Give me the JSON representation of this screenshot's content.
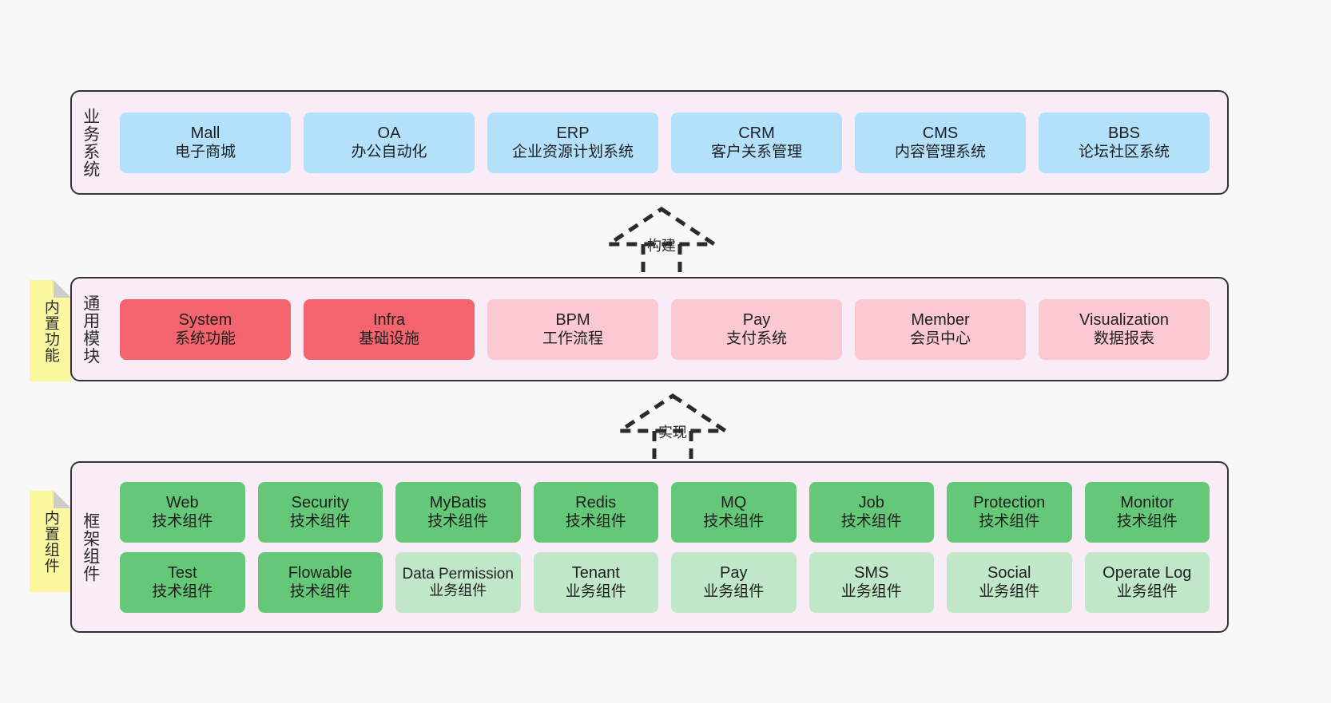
{
  "diagram": {
    "background_color": "#f8f8f8",
    "layer_fill": "#faecf7",
    "layer_border": "#333333"
  },
  "layers": [
    {
      "id": "business",
      "title": "业务系统",
      "color": "#b3e0fb",
      "cards": [
        {
          "en": "Mall",
          "cn": "电子商城"
        },
        {
          "en": "OA",
          "cn": "办公自动化"
        },
        {
          "en": "ERP",
          "cn": "企业资源计划系统"
        },
        {
          "en": "CRM",
          "cn": "客户关系管理"
        },
        {
          "en": "CMS",
          "cn": "内容管理系统"
        },
        {
          "en": "BBS",
          "cn": "论坛社区系统"
        }
      ]
    },
    {
      "id": "common",
      "title": "通用模块",
      "note": "内置功能",
      "cards": [
        {
          "en": "System",
          "cn": "系统功能",
          "color": "#f4646e"
        },
        {
          "en": "Infra",
          "cn": "基础设施",
          "color": "#f4646e"
        },
        {
          "en": "BPM",
          "cn": "工作流程",
          "color": "#fcc9d2"
        },
        {
          "en": "Pay",
          "cn": "支付系统",
          "color": "#fcc9d2"
        },
        {
          "en": "Member",
          "cn": "会员中心",
          "color": "#fcc9d2"
        },
        {
          "en": "Visualization",
          "cn": "数据报表",
          "color": "#fcc9d2"
        }
      ]
    },
    {
      "id": "framework",
      "title": "框架组件",
      "note": "内置组件",
      "row1": [
        {
          "en": "Web",
          "cn": "技术组件",
          "color": "#65c878"
        },
        {
          "en": "Security",
          "cn": "技术组件",
          "color": "#65c878"
        },
        {
          "en": "MyBatis",
          "cn": "技术组件",
          "color": "#65c878"
        },
        {
          "en": "Redis",
          "cn": "技术组件",
          "color": "#65c878"
        },
        {
          "en": "MQ",
          "cn": "技术组件",
          "color": "#65c878"
        },
        {
          "en": "Job",
          "cn": "技术组件",
          "color": "#65c878"
        },
        {
          "en": "Protection",
          "cn": "技术组件",
          "color": "#65c878"
        },
        {
          "en": "Monitor",
          "cn": "技术组件",
          "color": "#65c878"
        }
      ],
      "row2": [
        {
          "en": "Test",
          "cn": "技术组件",
          "color": "#65c878"
        },
        {
          "en": "Flowable",
          "cn": "技术组件",
          "color": "#65c878"
        },
        {
          "en": "Data Permission",
          "cn": "业务组件",
          "color": "#c0e8c8"
        },
        {
          "en": "Tenant",
          "cn": "业务组件",
          "color": "#c0e8c8"
        },
        {
          "en": "Pay",
          "cn": "业务组件",
          "color": "#c0e8c8"
        },
        {
          "en": "SMS",
          "cn": "业务组件",
          "color": "#c0e8c8"
        },
        {
          "en": "Social",
          "cn": "业务组件",
          "color": "#c0e8c8"
        },
        {
          "en": "Operate Log",
          "cn": "业务组件",
          "color": "#c0e8c8"
        }
      ]
    }
  ],
  "arrows": [
    {
      "id": "build",
      "label": "构建"
    },
    {
      "id": "implement",
      "label": "实现"
    }
  ]
}
